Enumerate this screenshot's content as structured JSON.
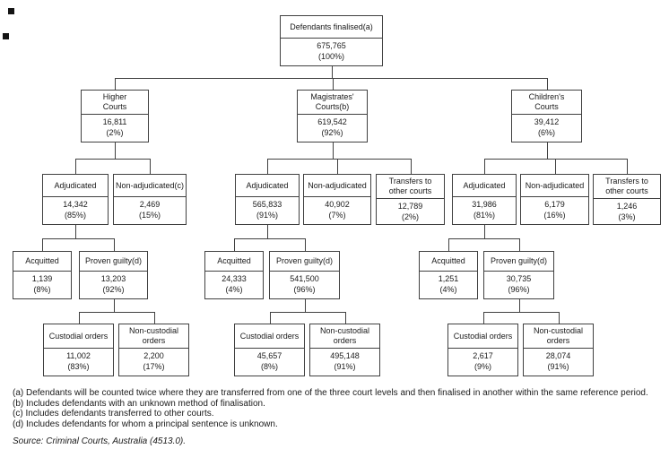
{
  "chart": {
    "nodes": {
      "root": {
        "label": "Defendants finalised(a)",
        "value": "675,765",
        "pct": "(100%)"
      },
      "hc": {
        "label": "Higher\nCourts",
        "value": "16,811",
        "pct": "(2%)"
      },
      "mc": {
        "label": "Magistrates'\nCourts(b)",
        "value": "619,542",
        "pct": "(92%)"
      },
      "cc": {
        "label": "Children's\nCourts",
        "value": "39,412",
        "pct": "(6%)"
      },
      "hc_adj": {
        "label": "Adjudicated",
        "value": "14,342",
        "pct": "(85%)"
      },
      "hc_nonadj": {
        "label": "Non-adjudicated(c)",
        "value": "2,469",
        "pct": "(15%)"
      },
      "mc_adj": {
        "label": "Adjudicated",
        "value": "565,833",
        "pct": "(91%)"
      },
      "mc_nonadj": {
        "label": "Non-adjudicated",
        "value": "40,902",
        "pct": "(7%)"
      },
      "mc_trans": {
        "label": "Transfers to\nother courts",
        "value": "12,789",
        "pct": "(2%)"
      },
      "cc_adj": {
        "label": "Adjudicated",
        "value": "31,986",
        "pct": "(81%)"
      },
      "cc_nonadj": {
        "label": "Non-adjudicated",
        "value": "6,179",
        "pct": "(16%)"
      },
      "cc_trans": {
        "label": "Transfers to\nother courts",
        "value": "1,246",
        "pct": "(3%)"
      },
      "hc_acq": {
        "label": "Acquitted",
        "value": "1,139",
        "pct": "(8%)"
      },
      "hc_guilty": {
        "label": "Proven guilty(d)",
        "value": "13,203",
        "pct": "(92%)"
      },
      "mc_acq": {
        "label": "Acquitted",
        "value": "24,333",
        "pct": "(4%)"
      },
      "mc_guilty": {
        "label": "Proven guilty(d)",
        "value": "541,500",
        "pct": "(96%)"
      },
      "cc_acq": {
        "label": "Acquitted",
        "value": "1,251",
        "pct": "(4%)"
      },
      "cc_guilty": {
        "label": "Proven guilty(d)",
        "value": "30,735",
        "pct": "(96%)"
      },
      "hc_cust": {
        "label": "Custodial orders",
        "value": "11,002",
        "pct": "(83%)"
      },
      "hc_noncust": {
        "label": "Non-custodial\norders",
        "value": "2,200",
        "pct": "(17%)"
      },
      "mc_cust": {
        "label": "Custodial orders",
        "value": "45,657",
        "pct": "(8%)"
      },
      "mc_noncust": {
        "label": "Non-custodial\norders",
        "value": "495,148",
        "pct": "(91%)"
      },
      "cc_cust": {
        "label": "Custodial orders",
        "value": "2,617",
        "pct": "(9%)"
      },
      "cc_noncust": {
        "label": "Non-custodial\norders",
        "value": "28,074",
        "pct": "(91%)"
      }
    },
    "footnotes": [
      "(a) Defendants will be counted twice where they are transferred from one of the three court levels and then finalised in another within the same reference period.",
      "(b) Includes defendants with an unknown method of finalisation.",
      "(c) Includes defendants transferred to other courts.",
      "(d) Includes defendants for whom a principal sentence is unknown."
    ],
    "source": "Source: Criminal Courts, Australia (4513.0)."
  }
}
